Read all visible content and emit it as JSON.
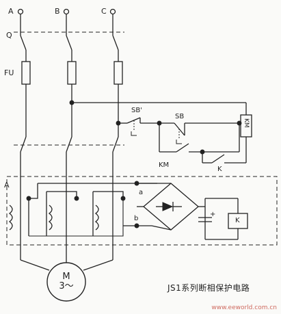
{
  "phase_terminals": [
    "A",
    "B",
    "C"
  ],
  "labels": {
    "breaker": "Q",
    "fuse": "FU",
    "sb_stop": "SB'",
    "sb_start": "SB",
    "km_coil": "KM",
    "km_contact": "KM",
    "k_contact": "K",
    "k_relay": "K",
    "transformer_group": "A",
    "node_a": "a",
    "node_b": "b",
    "cap_plus": "+"
  },
  "motor": {
    "line1": "M",
    "line2": "3～"
  },
  "caption": "JS1系列断相保护电路",
  "watermark": "www.eeworld.com.cn"
}
